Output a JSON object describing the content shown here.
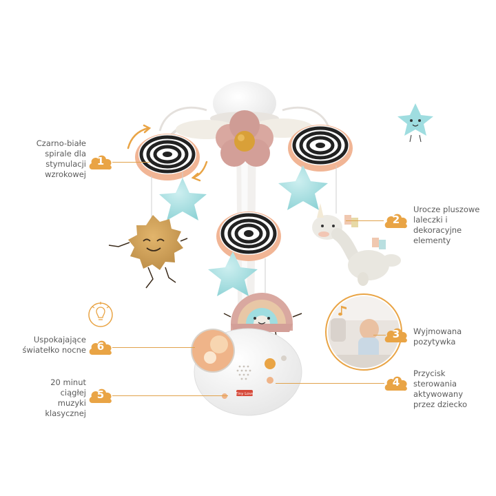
{
  "accent_color": "#e9a445",
  "features": [
    {
      "number": "1",
      "text": "Czarno-białe\nspirale dla\nstymulacji\nwzrokowej"
    },
    {
      "number": "2",
      "text": "Urocze pluszowe\nlaleczki i\ndekoracyjne\nelementy"
    },
    {
      "number": "3",
      "text": "Wyjmowana\npozytywka"
    },
    {
      "number": "4",
      "text": "Przycisk\nsterowania\naktywowany\nprzez dziecko"
    },
    {
      "number": "5",
      "text": "20 minut\nciągłej\nmuzyki\nklasycznej"
    },
    {
      "number": "6",
      "text": "Uspokajające\nświatełko nocne"
    }
  ],
  "music_box": {
    "brand_label": "Tiny Love"
  },
  "icons": [
    "cloud-badge-icon",
    "light-bulb-icon",
    "star-plush-icon",
    "music-note-icon"
  ]
}
